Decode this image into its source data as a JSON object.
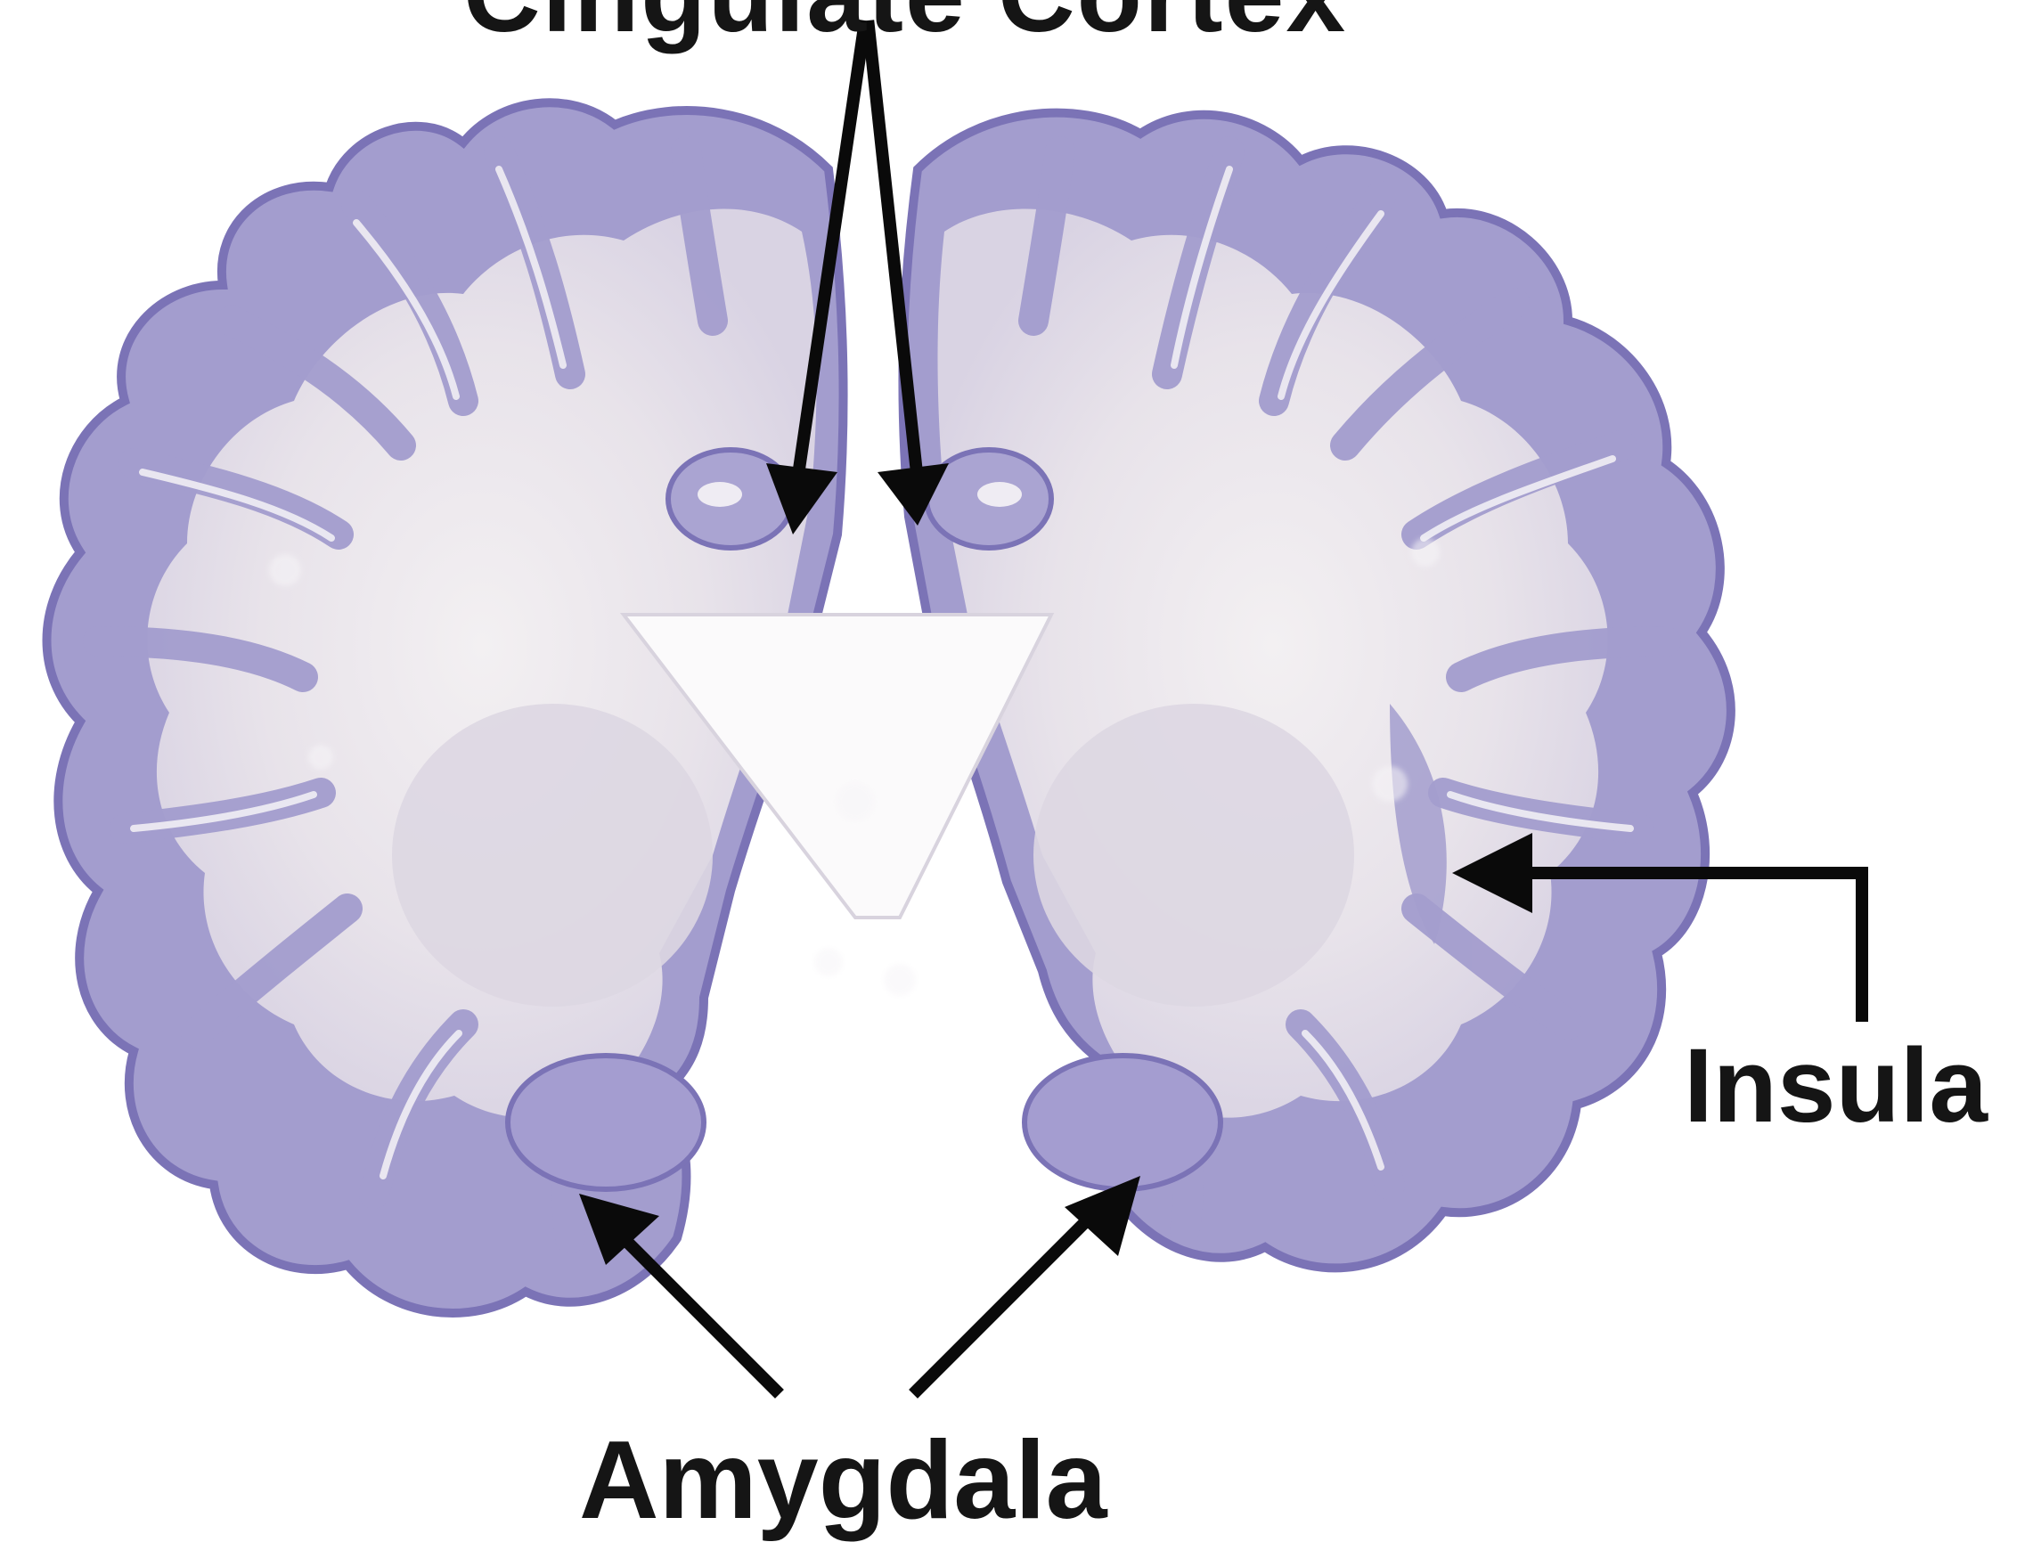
{
  "figure": {
    "labels": {
      "top_partial": "Cingulate Cortex",
      "insula": "Insula",
      "amygdala": "Amygdala"
    },
    "colors": {
      "background": "#ffffff",
      "tissue_light": "#e9e4ec",
      "cortex_violet": "#9f98cc",
      "cortex_dark_edge": "#7b73b6",
      "arrow": "#0a0a0a",
      "label_text": "#151515"
    },
    "arrow_targets": {
      "top_partial": 2,
      "insula": 1,
      "amygdala": 2
    }
  }
}
